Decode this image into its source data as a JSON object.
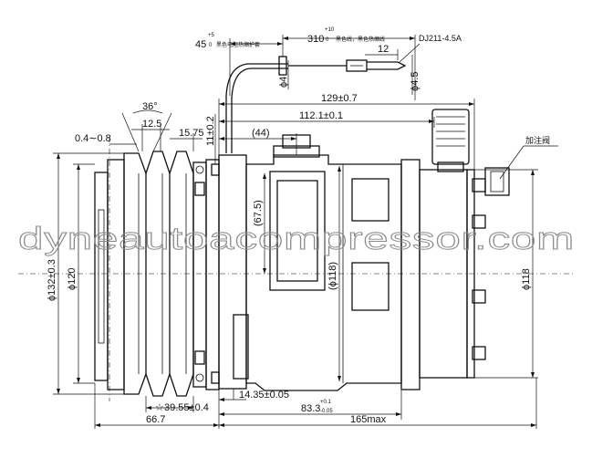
{
  "watermark": "dyneautoacompressor.com",
  "part_code": "DJ211-4.5A",
  "port_note": "加注阀",
  "dims": {
    "d_45": "45",
    "d_45_tol": "+5",
    "d_45_tol_low": "0",
    "d_310": "310",
    "d_310_tol": "+10",
    "d_310_tol_low": "0",
    "d_12": "12",
    "d_phi4": "ϕ4",
    "d_phi45": "ϕ4.5",
    "d_129": "129±0.7",
    "d_112": "112.1±0.1",
    "d_11": "11±0.2",
    "d_36": "36°",
    "d_125": "12.5",
    "d_04": "0.4∼0.8",
    "d_1575": "15.75",
    "d_44": "(44)",
    "d_675": "(67.5)",
    "d_phi118_in": "(ϕ118)",
    "d_phi118": "ϕ118",
    "d_phi132": "ϕ132±0.3",
    "d_phi120": "ϕ120",
    "d_1435": "14.35±0.05",
    "d_3955": "39.55±0.4",
    "d_833": "83.3",
    "d_833_tol": "+0.1",
    "d_833_tol_low": "-0.05",
    "d_667": "66.7",
    "d_165": "165max"
  },
  "wire_label_1": "黑色电阻热缩护套",
  "wire_label_2": "黑色线，黑色热缩线"
}
